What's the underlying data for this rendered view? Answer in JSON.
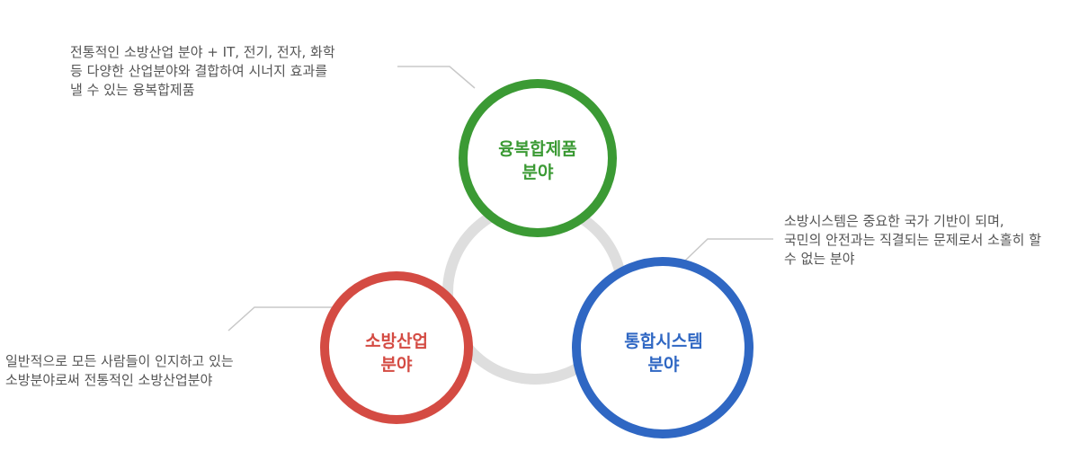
{
  "colors": {
    "convergence": "#3b9a34",
    "industry": "#d44b43",
    "system": "#2f67c3",
    "ring": "#dedede",
    "leader": "#c8c8c8",
    "text": "#555555"
  },
  "nodes": {
    "convergence": {
      "title_line1": "융복합제품",
      "title_line2": "분야",
      "desc": [
        "전통적인 소방산업 분야 + IT, 전기, 전자, 화학",
        "등 다양한 산업분야와 결합하여 시너지 효과를",
        "낼 수 있는 융복합제품"
      ]
    },
    "industry": {
      "title_line1": "소방산업",
      "title_line2": "분야",
      "desc": [
        "일반적으로 모든 사람들이 인지하고 있는",
        "소방분야로써 전통적인 소방산업분야"
      ]
    },
    "system": {
      "title_line1": "통합시스템",
      "title_line2": "분야",
      "desc": [
        "소방시스템은 중요한 국가 기반이 되며,",
        "국민의 안전과는 직결되는 문제로서 소홀히 할",
        "수 없는 분야"
      ]
    }
  }
}
